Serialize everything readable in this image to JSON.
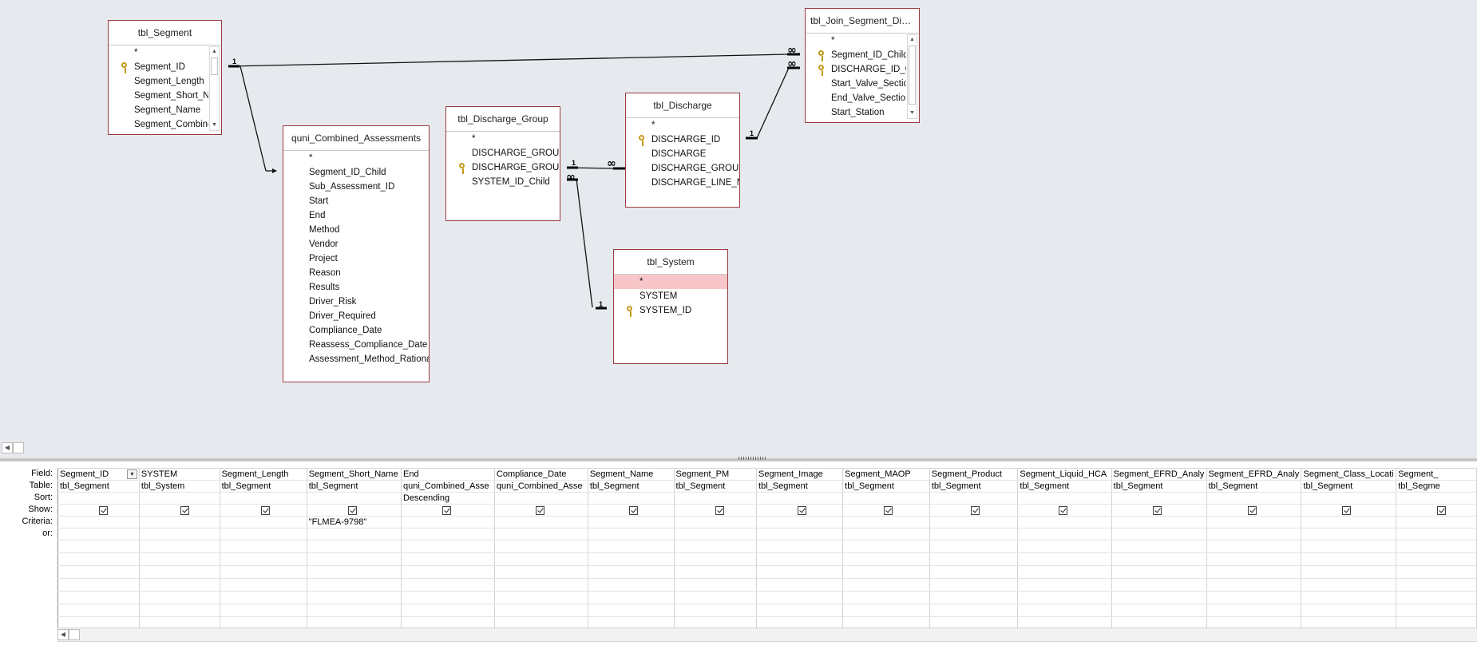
{
  "tables": {
    "segment": {
      "title": "tbl_Segment",
      "fields": [
        "*",
        "Segment_ID",
        "Segment_Length",
        "Segment_Short_Na",
        "Segment_Name",
        "Segment_Combine"
      ]
    },
    "assessments": {
      "title": "quni_Combined_Assessments",
      "fields": [
        "*",
        "Segment_ID_Child",
        "Sub_Assessment_ID",
        "Start",
        "End",
        "Method",
        "Vendor",
        "Project",
        "Reason",
        "Results",
        "Driver_Risk",
        "Driver_Required",
        "Compliance_Date",
        "Reassess_Compliance_Date",
        "Assessment_Method_Rationa"
      ]
    },
    "discharge_group": {
      "title": "tbl_Discharge_Group",
      "fields": [
        "*",
        "DISCHARGE_GROUP",
        "DISCHARGE_GROUP_I",
        "SYSTEM_ID_Child"
      ]
    },
    "discharge": {
      "title": "tbl_Discharge",
      "fields": [
        "*",
        "DISCHARGE_ID",
        "DISCHARGE",
        "DISCHARGE_GROUP_I",
        "DISCHARGE_LINE_NO"
      ]
    },
    "system": {
      "title": "tbl_System",
      "fields": [
        "*",
        "SYSTEM",
        "SYSTEM_ID"
      ]
    },
    "join": {
      "title": "tbl_Join_Segment_Disc...",
      "fields": [
        "*",
        "Segment_ID_Child",
        "DISCHARGE_ID_Ch",
        "Start_Valve_Sectio",
        "End_Valve_Sectio",
        "Start_Station"
      ]
    }
  },
  "relationships": {
    "one": "1",
    "many": "∞"
  },
  "grid": {
    "row_labels": {
      "field": "Field:",
      "table": "Table:",
      "sort": "Sort:",
      "show": "Show:",
      "criteria": "Criteria:",
      "or": "or:"
    },
    "columns": [
      {
        "field": "Segment_ID",
        "table": "tbl_Segment",
        "sort": "",
        "show": true,
        "criteria": ""
      },
      {
        "field": "SYSTEM",
        "table": "tbl_System",
        "sort": "",
        "show": true,
        "criteria": ""
      },
      {
        "field": "Segment_Length",
        "table": "tbl_Segment",
        "sort": "",
        "show": true,
        "criteria": ""
      },
      {
        "field": "Segment_Short_Name",
        "table": "tbl_Segment",
        "sort": "",
        "show": true,
        "criteria": "\"FLMEA-9798\""
      },
      {
        "field": "End",
        "table": "quni_Combined_Asse",
        "sort": "Descending",
        "show": true,
        "criteria": ""
      },
      {
        "field": "Compliance_Date",
        "table": "quni_Combined_Asse",
        "sort": "",
        "show": true,
        "criteria": ""
      },
      {
        "field": "Segment_Name",
        "table": "tbl_Segment",
        "sort": "",
        "show": true,
        "criteria": ""
      },
      {
        "field": "Segment_PM",
        "table": "tbl_Segment",
        "sort": "",
        "show": true,
        "criteria": ""
      },
      {
        "field": "Segment_Image",
        "table": "tbl_Segment",
        "sort": "",
        "show": true,
        "criteria": ""
      },
      {
        "field": "Segment_MAOP",
        "table": "tbl_Segment",
        "sort": "",
        "show": true,
        "criteria": ""
      },
      {
        "field": "Segment_Product",
        "table": "tbl_Segment",
        "sort": "",
        "show": true,
        "criteria": ""
      },
      {
        "field": "Segment_Liquid_HCA",
        "table": "tbl_Segment",
        "sort": "",
        "show": true,
        "criteria": ""
      },
      {
        "field": "Segment_EFRD_Analy",
        "table": "tbl_Segment",
        "sort": "",
        "show": true,
        "criteria": ""
      },
      {
        "field": "Segment_EFRD_Analy",
        "table": "tbl_Segment",
        "sort": "",
        "show": true,
        "criteria": ""
      },
      {
        "field": "Segment_Class_Locati",
        "table": "tbl_Segment",
        "sort": "",
        "show": true,
        "criteria": ""
      },
      {
        "field": "Segment_",
        "table": "tbl_Segme",
        "sort": "",
        "show": true,
        "criteria": ""
      }
    ]
  }
}
